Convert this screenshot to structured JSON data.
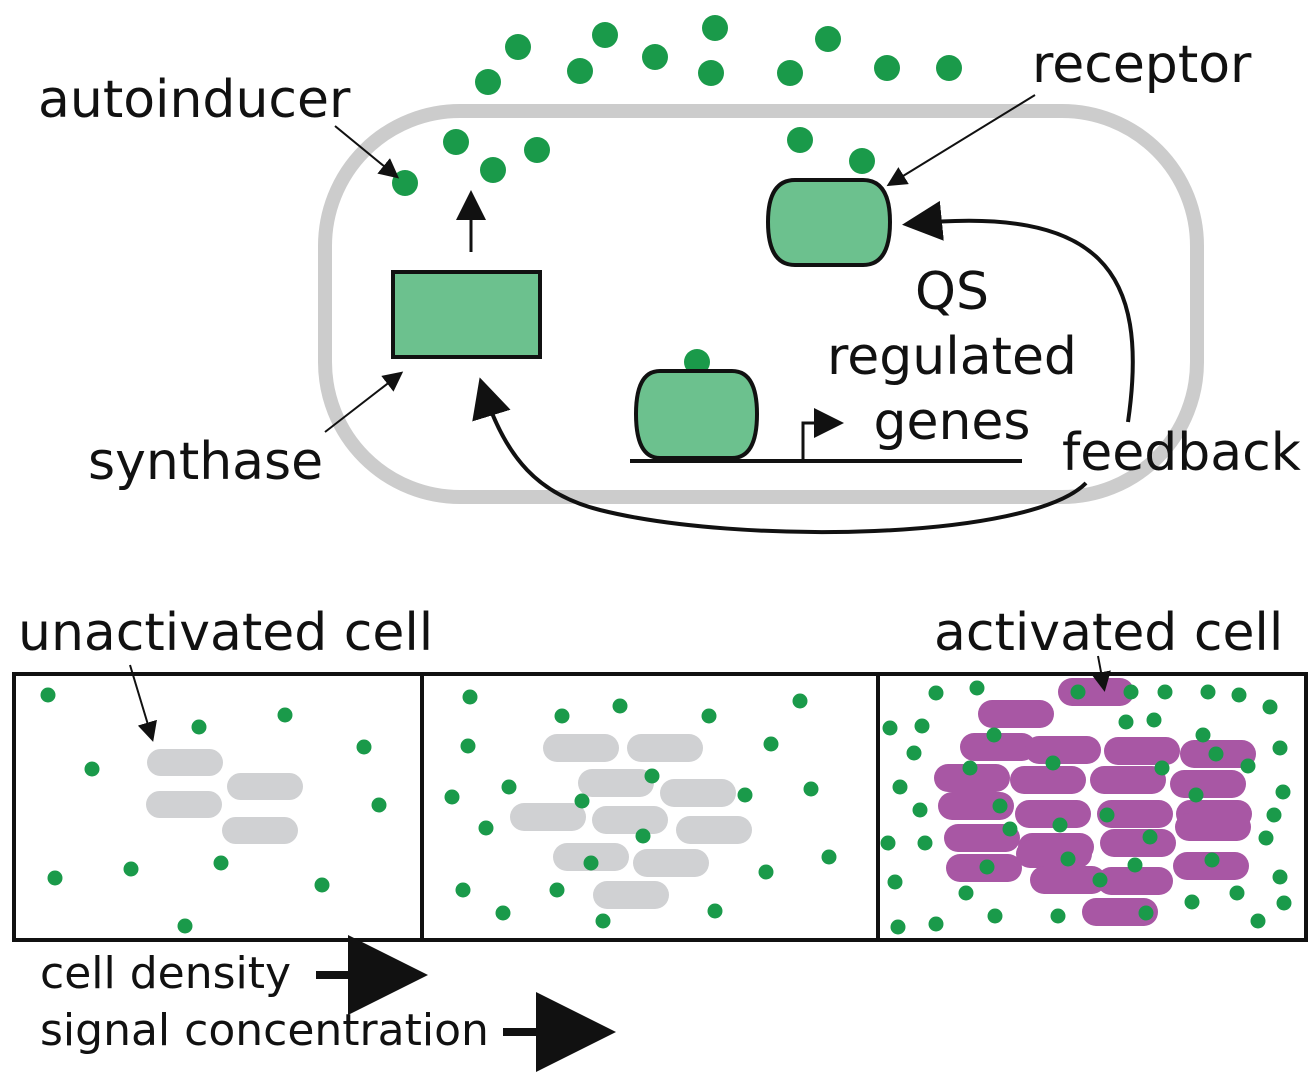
{
  "labels": {
    "autoinducer": "autoinducer",
    "receptor": "receptor",
    "synthase": "synthase",
    "qs_line1": "QS",
    "qs_line2": "regulated",
    "qs_line3": "genes",
    "feedback": "feedback",
    "unactivated_cell": "unactivated cell",
    "activated_cell": "activated cell",
    "cell_density": "cell density",
    "signal_concentration": "signal concentration"
  },
  "colors": {
    "autoinducer": "#1a9a4a",
    "protein_fill": "#6cc18e",
    "membrane": "#cccccc",
    "inactive_cell": "#d0d1d3",
    "active_cell": "#a857a4",
    "ink": "#111111"
  }
}
